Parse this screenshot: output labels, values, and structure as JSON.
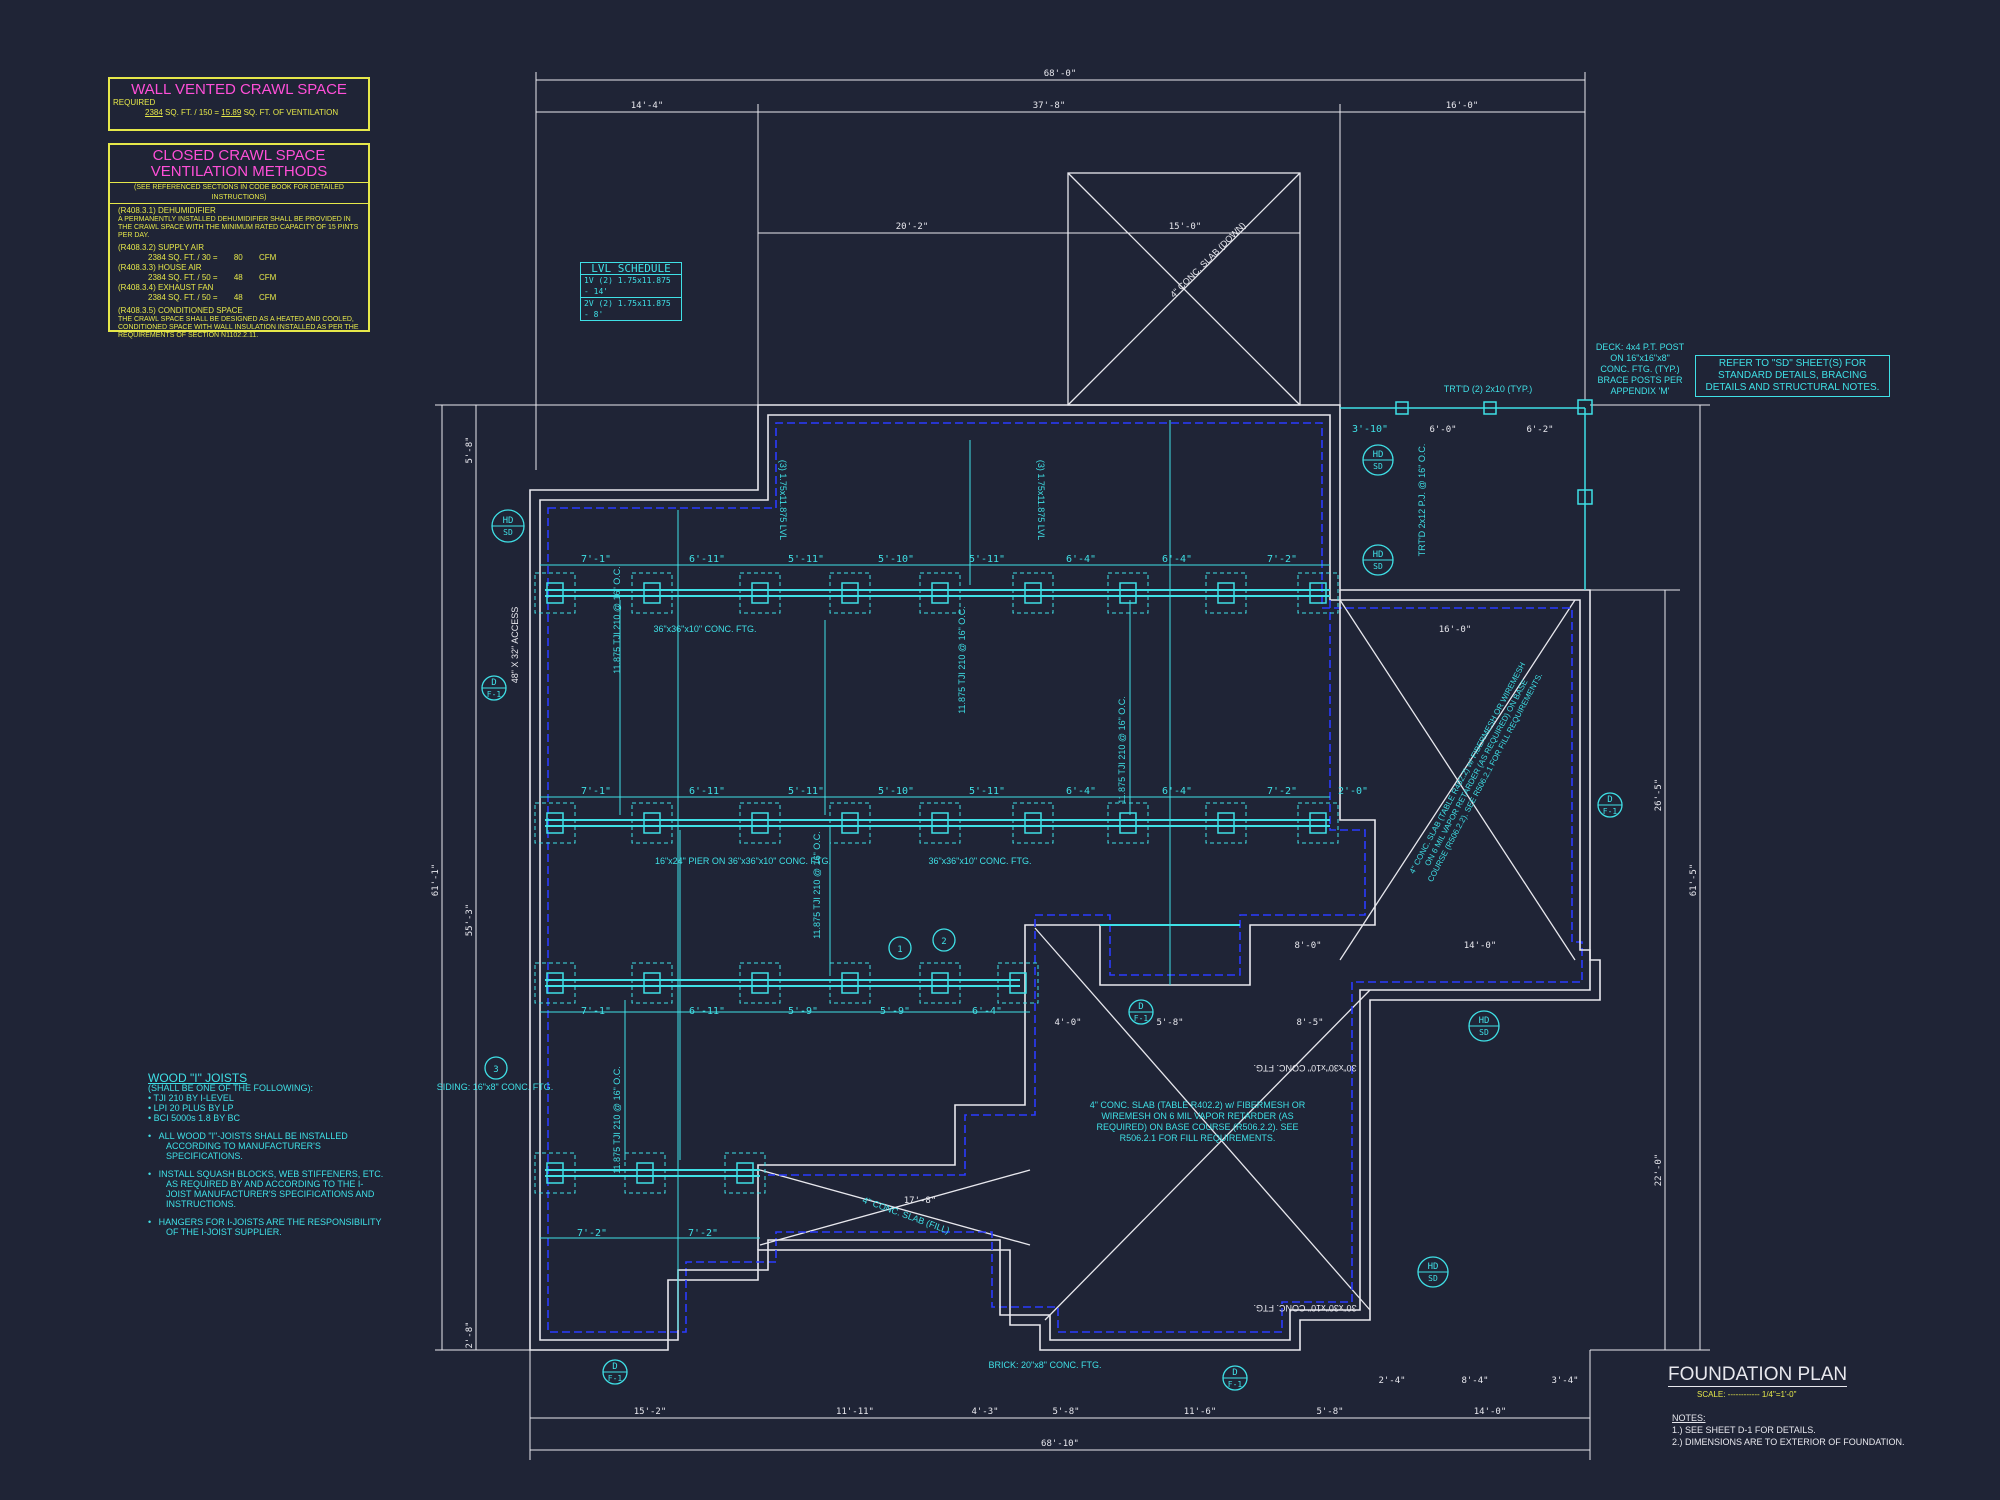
{
  "crawl_vented": {
    "title": "WALL VENTED CRAWL SPACE",
    "required_label": "REQUIRED",
    "area": "2384",
    "formula_1": "SQ. FT. / 150 =",
    "vent_area": "15.89",
    "formula_2": "SQ. FT. OF VENTILATION"
  },
  "crawl_closed": {
    "title_1": "CLOSED CRAWL SPACE",
    "title_2": "VENTILATION METHODS",
    "subtitle": "(SEE REFERENCED SECTIONS IN CODE BOOK FOR DETAILED INSTRUCTIONS)",
    "dehum_head": "(R408.3.1) DEHUMIDIFIER",
    "dehum_text": "A PERMANENTLY INSTALLED DEHUMIDIFIER SHALL BE PROVIDED IN THE CRAWL SPACE WITH THE MINIMUM RATED CAPACITY OF 15 PINTS PER DAY.",
    "supply_head": "(R408.3.2) SUPPLY AIR",
    "supply_area": "2384",
    "supply_formula": "SQ. FT. / 30 =",
    "supply_cfm": "80",
    "house_head": "(R408.3.3) HOUSE AIR",
    "house_area": "2384",
    "house_formula": "SQ. FT. / 50 =",
    "house_cfm": "48",
    "exhaust_head": "(R408.3.4) EXHAUST FAN",
    "exhaust_area": "2384",
    "exhaust_formula": "SQ. FT. / 50 =",
    "exhaust_cfm": "48",
    "cfm": "CFM",
    "cond_head": "(R408.3.5) CONDITIONED SPACE",
    "cond_text": "THE CRAWL SPACE SHALL BE DESIGNED AS A HEATED AND COOLED, CONDITIONED SPACE WITH WALL INSULATION INSTALLED AS PER THE REQUIREMENTS OF SECTION N1102.2.11."
  },
  "lvl": {
    "title": "LVL SCHEDULE",
    "row1": "1V  (2) 1.75x11.875 - 14'",
    "row2": "2V  (2) 1.75x11.875 - 8'"
  },
  "deck_note": "DECK: 4x4 P.T. POST ON 16\"x16\"x8\" CONC. FTG. (TYP.) BRACE POSTS PER APPENDIX 'M'",
  "refer_note": "REFER TO \"SD\" SHEET(S) FOR STANDARD DETAILS, BRACING DETAILS AND STRUCTURAL NOTES.",
  "joists": {
    "title": "WOOD \"I\" JOISTS",
    "sub": "(SHALL BE ONE OF THE FOLLOWING):",
    "items": [
      "TJI 210 BY I-LEVEL",
      "LPI 20 PLUS BY LP",
      "BCI 5000s 1.8 BY BC"
    ],
    "notes": [
      "ALL WOOD \"I\"-JOISTS SHALL BE INSTALLED ACCORDING TO MANUFACTURER'S SPECIFICATIONS.",
      "INSTALL SQUASH BLOCKS, WEB STIFFENERS, ETC. AS REQUIRED BY AND ACCORDING TO THE I-JOIST MANUFACTURER'S SPECIFICATIONS AND INSTRUCTIONS.",
      "HANGERS FOR I-JOISTS ARE THE RESPONSIBILITY OF THE I-JOIST SUPPLIER."
    ]
  },
  "plan_title": "FOUNDATION PLAN",
  "scale": "SCALE: ------------ 1/4\"=1'-0\"",
  "notes_title": "NOTES:",
  "notes": [
    "1.) SEE SHEET D-1 FOR DETAILS.",
    "2.) DIMENSIONS ARE TO EXTERIOR OF FOUNDATION."
  ],
  "dims": {
    "top_overall": "68'-0\"",
    "top_1": "14'-4\"",
    "top_2": "37'-8\"",
    "top_3": "16'-0\"",
    "inner_1": "20'-2\"",
    "inner_2": "15'-0\"",
    "bot_overall": "68'-10\"",
    "bot_1": "15'-2\"",
    "bot_2": "11'-11\"",
    "bot_3": "4'-3\"",
    "bot_4": "5'-8\"",
    "bot_5": "11'-6\"",
    "bot_6": "5'-8\"",
    "bot_7": "14'-0\"",
    "left_overall": "61'-1\"",
    "left_1": "55'-3\"",
    "left_top": "5'-8\"",
    "left_bot": "2'-8\"",
    "right_overall": "61'-5\"",
    "right_1": "26'-5\"",
    "right_2": "22'-0\"",
    "row_a": [
      "7'-1\"",
      "6'-11\"",
      "5'-11\"",
      "5'-10\"",
      "5'-11\"",
      "6'-4\"",
      "6'-4\"",
      "7'-2\""
    ],
    "row_b": [
      "7'-1\"",
      "6'-11\"",
      "5'-11\"",
      "5'-10\"",
      "5'-11\"",
      "6'-4\"",
      "6'-4\"",
      "7'-2\"",
      "2'-0\""
    ],
    "row_c": [
      "7'-1\"",
      "6'-11\"",
      "5'-9\"",
      "5'-9\"",
      "6'-4\""
    ],
    "row_d": [
      "7'-2\"",
      "7'-2\""
    ],
    "deck": [
      "3'-10\"",
      "6'-0\"",
      "6'-2\""
    ],
    "porch": [
      "16'-0\"",
      "14'-0\"",
      "8'-0\"",
      "4'-0\"",
      "5'-8\"",
      "8'-5\"",
      "17'-8\"",
      "2'-4\"",
      "8'-4\"",
      "3'-4\""
    ]
  },
  "labels": {
    "ftg_36": "36\"x36\"x10\" CONC. FTG.",
    "pier": "16\"x24\" PIER ON 36\"x36\"x10\" CONC. FTG.",
    "ftg_36b": "36\"x36\"x10\" CONC. FTG.",
    "tji_1": "11.875 TJI 210 @ 16\" O.C.",
    "slab_main": "4\" CONC. SLAB (TABLE R402.2) w/ FIBERMESH OR WIREMESH ON 6 MIL VAPOR RETARDER (AS REQUIRED) ON BASE COURSE (R506.2.2). SEE R506.2.1 FOR FILL REQUIREMENTS.",
    "slab_porch": "4\" CONC. SLAB (TABLE R402.2) w/ FIBERMESH OR WIREMESH ON 6 MIL VAPOR RETARDER (AS REQUIRED) ON BASE COURSE (R506.2.2). SEE R506.2.1 FOR FILL REQUIREMENTS.",
    "slab_top": "4\" CONC. SLAB (DOWN)",
    "slab_small": "4\" CONC. SLAB (FILL)",
    "brick": "BRICK: 20\"x8\" CONC. FTG.",
    "siding": "SIDING: 16\"x8\" CONC. FTG.",
    "access": "48\" X 32\" ACCESS",
    "trtd": "TRT'D (2) 2x10 (TYP.)",
    "trtd_pj": "TRT'D 2x12 P.J. @ 16\" O.C.",
    "ftg_30": "30\"x30\"x10\" CONC. FTG.",
    "hd": "HD",
    "sd": "SD",
    "d1": "D",
    "d2": "F-1",
    "bubble_1": "1",
    "bubble_2": "2",
    "bubble_3": "3",
    "vert_1": "(3) 1.75x11.875 LVL",
    "vert_2": "(3) 1.75x11.875 LVL"
  },
  "colors": {
    "background": "#1f2436",
    "line": "#e8e8ee",
    "cyan": "#3fe0e6",
    "blue": "#2a3bff",
    "yellow": "#e6e84a",
    "magenta": "#ff4fd8"
  }
}
